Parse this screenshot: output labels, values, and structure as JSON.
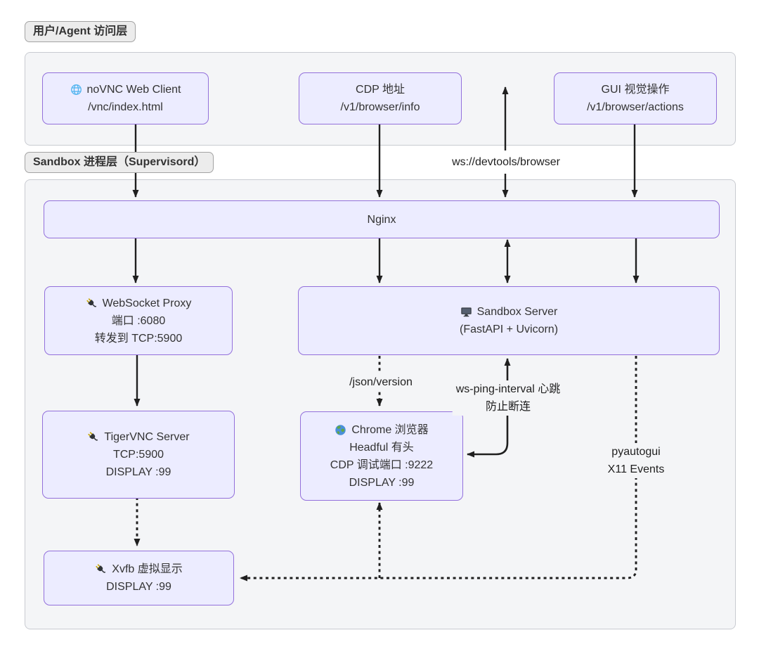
{
  "layers": [
    {
      "label": "用户/Agent 访问层"
    },
    {
      "label": "Sandbox 进程层（Supervisord）"
    }
  ],
  "nodes": {
    "novnc": {
      "icon": "globe-icon",
      "title": "noVNC Web Client",
      "lines": [
        "/vnc/index.html"
      ]
    },
    "cdp_address": {
      "icon": null,
      "title": "CDP 地址",
      "lines": [
        "/v1/browser/info"
      ]
    },
    "gui_actions": {
      "icon": null,
      "title": "GUI 视觉操作",
      "lines": [
        "/v1/browser/actions"
      ]
    },
    "nginx": {
      "icon": null,
      "title": "Nginx",
      "lines": []
    },
    "ws_proxy": {
      "icon": "plug-icon",
      "title": "WebSocket Proxy",
      "lines": [
        "端口 :6080",
        "转发到 TCP:5900"
      ]
    },
    "sandbox_server": {
      "icon": "desktop-icon",
      "title": "Sandbox Server",
      "lines": [
        "(FastAPI + Uvicorn)"
      ]
    },
    "tigervnc": {
      "icon": "plug-icon",
      "title": "TigerVNC Server",
      "lines": [
        "TCP:5900",
        "DISPLAY :99"
      ]
    },
    "chrome": {
      "icon": "earth-globe-icon",
      "title": "Chrome 浏览器",
      "lines": [
        "Headful 有头",
        "CDP 调试端口 :9222",
        "DISPLAY :99"
      ]
    },
    "xvfb": {
      "icon": "plug-icon",
      "title": "Xvfb 虚拟显示",
      "lines": [
        "DISPLAY :99"
      ]
    }
  },
  "edge_labels": {
    "ws_devtools": "ws://devtools/browser",
    "json_version": "/json/version",
    "ws_ping_line1": "ws-ping-interval 心跳",
    "ws_ping_line2": "防止断连",
    "pyautogui_line1": "pyautogui",
    "pyautogui_line2": "X11 Events"
  },
  "colors": {
    "node_fill": "#ECECFF",
    "node_border": "#9370DB",
    "container_fill": "#f4f5f7",
    "container_border": "#c9cbd1",
    "arrow": "#1f1f1f",
    "globe_icon_blue": "#56b6f0",
    "plug_prong_gold": "#c7a600",
    "earth_ocean_blue": "#4a90d9",
    "earth_land_green": "#62a744"
  }
}
